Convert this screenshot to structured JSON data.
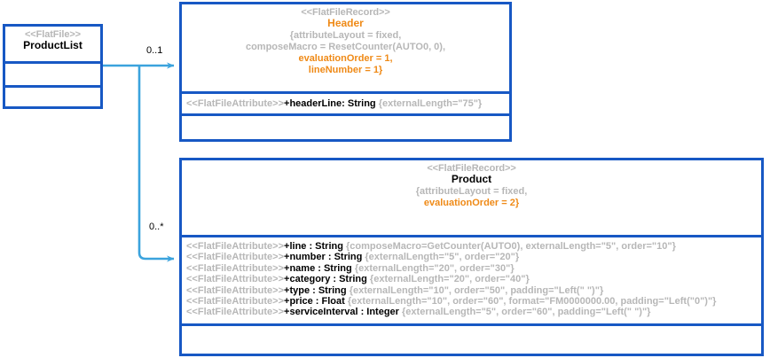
{
  "diagram": {
    "type": "uml-class-diagram",
    "colors": {
      "border": "#1758c4",
      "connector": "#3ba3dd",
      "stereotype_text": "#b7b7b7",
      "accent": "#ef8a17",
      "text": "#000000",
      "background": "#ffffff"
    }
  },
  "classes": {
    "productlist": {
      "stereotype": "<<FlatFile>>",
      "name": "ProductList",
      "tags": [],
      "attributes": [],
      "operations": []
    },
    "header": {
      "stereotype": "<<FlatFileRecord>>",
      "name": "Header",
      "name_color": "accent",
      "tags": [
        {
          "text": "{attributeLayout = fixed,",
          "accent": false
        },
        {
          "text": "composeMacro = ResetCounter(AUTO0, 0),",
          "accent": false
        },
        {
          "text": "evaluationOrder = 1,",
          "accent": true
        },
        {
          "text": "lineNumber = 1}",
          "accent": true
        }
      ],
      "attributes": [
        {
          "stereotype": "<<FlatFileAttribute>>",
          "signature": "+headerLine: String",
          "properties": "{externalLength=\"75\"}"
        }
      ],
      "operations": []
    },
    "product": {
      "stereotype": "<<FlatFileRecord>>",
      "name": "Product",
      "name_color": "text",
      "tags": [
        {
          "text": "{attributeLayout = fixed,",
          "accent": false
        },
        {
          "text": "evaluationOrder = 2}",
          "accent": true
        }
      ],
      "attributes": [
        {
          "stereotype": "<<FlatFileAttribute>>",
          "signature": "+line : String",
          "properties": "{composeMacro=GetCounter(AUTO0), externalLength=\"5\", order=\"10\"}"
        },
        {
          "stereotype": "<<FlatFileAttribute>>",
          "signature": "+number : String",
          "properties": "{externalLength=\"5\", order=\"20\"}"
        },
        {
          "stereotype": "<<FlatFileAttribute>>",
          "signature": "+name : String",
          "properties": "{externalLength=\"20\", order=\"30\"}"
        },
        {
          "stereotype": "<<FlatFileAttribute>>",
          "signature": "+category : String",
          "properties": "{externalLength=\"20\", order=\"40\"}"
        },
        {
          "stereotype": "<<FlatFileAttribute>>",
          "signature": "+type : String",
          "properties": "{externalLength=\"10\", order=\"50\", padding=\"Left(\" \")\"}"
        },
        {
          "stereotype": "<<FlatFileAttribute>>",
          "signature": "+price : Float",
          "properties": "{externalLength=\"10\", order=\"60\", format=\"FM0000000.00, padding=\"Left(\"0\")\"}"
        },
        {
          "stereotype": "<<FlatFileAttribute>>",
          "signature": "+serviceInterval : Integer",
          "properties": "{externalLength=\"5\", order=\"60\", padding=\"Left(\" \")\"}"
        }
      ],
      "operations": []
    }
  },
  "associations": [
    {
      "from": "productlist",
      "to": "header",
      "multiplicity": "0..1"
    },
    {
      "from": "productlist",
      "to": "product",
      "multiplicity": "0..*"
    }
  ]
}
